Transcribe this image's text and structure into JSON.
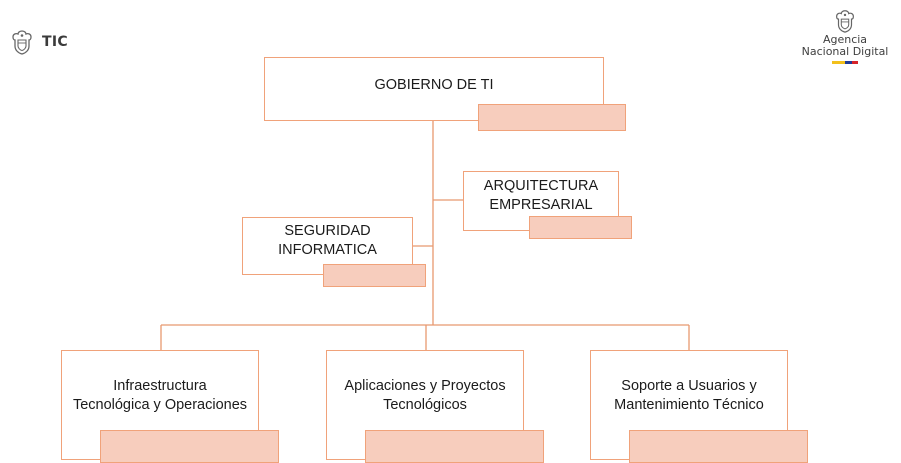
{
  "header": {
    "left_brand": "TIC",
    "right_brand_line1": "Agencia",
    "right_brand_line2": "Nacional Digital",
    "crest_icon": "coat-of-arms-icon",
    "flag_colors": [
      "#f2c01c",
      "#1f3b98",
      "#d6232a"
    ]
  },
  "diagram": {
    "accent_color": "#f0a27a",
    "tag_fill": "#f7cdbd",
    "root": {
      "line1": "GOBIERNO DE TI"
    },
    "arquitectura": {
      "line1": "ARQUITECTURA",
      "line2": "EMPRESARIAL"
    },
    "seguridad": {
      "line1": "SEGURIDAD",
      "line2": "INFORMATICA"
    },
    "infraestructura": {
      "line1": "Infraestructura",
      "line2": "Tecnológica y Operaciones"
    },
    "aplicaciones": {
      "line1": "Aplicaciones y Proyectos",
      "line2": "Tecnológicos"
    },
    "soporte": {
      "line1": "Soporte a Usuarios y",
      "line2": "Mantenimiento Técnico"
    }
  }
}
